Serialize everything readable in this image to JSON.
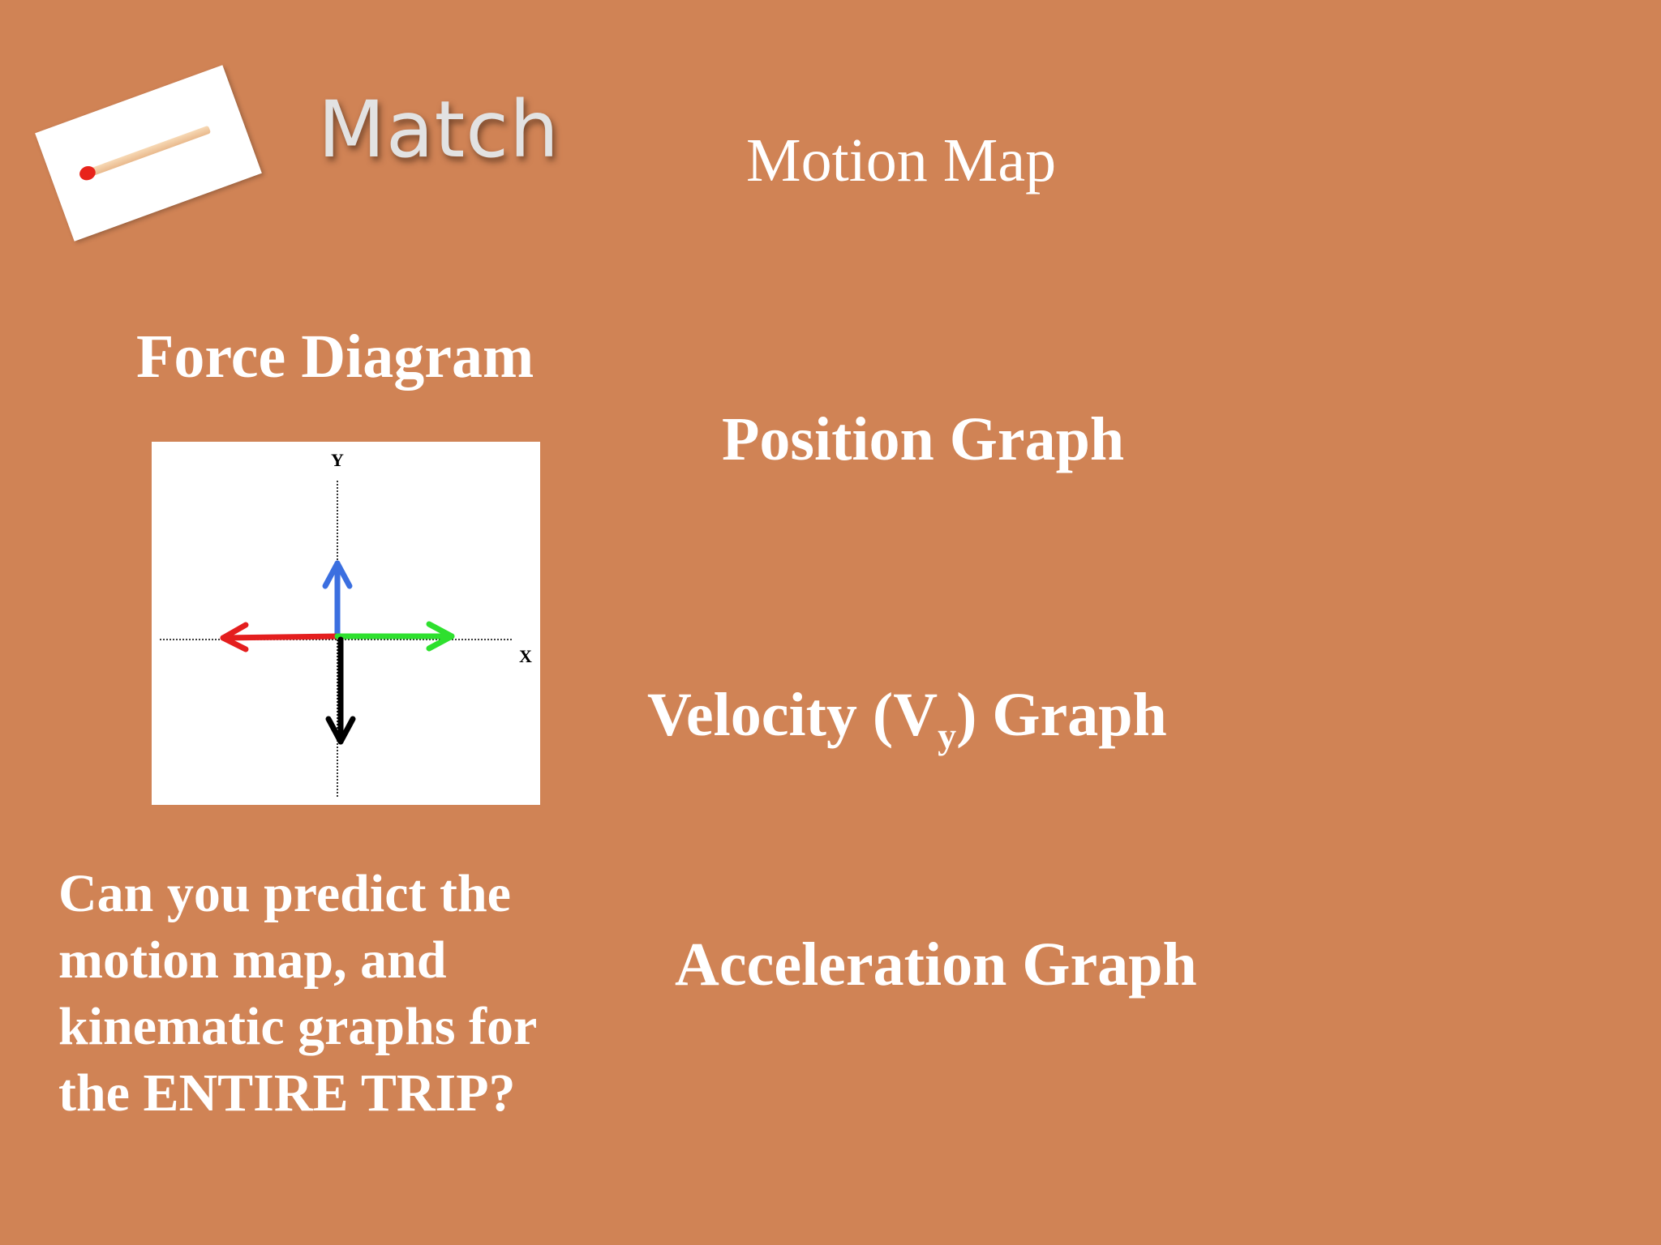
{
  "slide": {
    "title": "Match",
    "motion_map_label": "Motion Map",
    "force_diagram_label": "Force Diagram",
    "position_graph_label": "Position Graph",
    "velocity_graph": {
      "prefix": "Velocity (V",
      "subscript": "y",
      "suffix": ") Graph"
    },
    "acceleration_graph_label": "Acceleration Graph",
    "question_lines": [
      "Can you predict the",
      "motion map, and",
      "kinematic graphs for",
      "the ENTIRE TRIP?"
    ]
  },
  "force_diagram": {
    "x_axis_label": "X",
    "y_axis_label": "Y",
    "arrows": [
      {
        "direction": "up",
        "color": "#3B6FE0"
      },
      {
        "direction": "left",
        "color": "#E41E1E"
      },
      {
        "direction": "right",
        "color": "#2EE02E"
      },
      {
        "direction": "down",
        "color": "#000000"
      }
    ]
  },
  "colors": {
    "background": "#D08355",
    "text": "#FFFFFF",
    "title_text": "#E2E2E2",
    "match_head": "#E8231A"
  }
}
